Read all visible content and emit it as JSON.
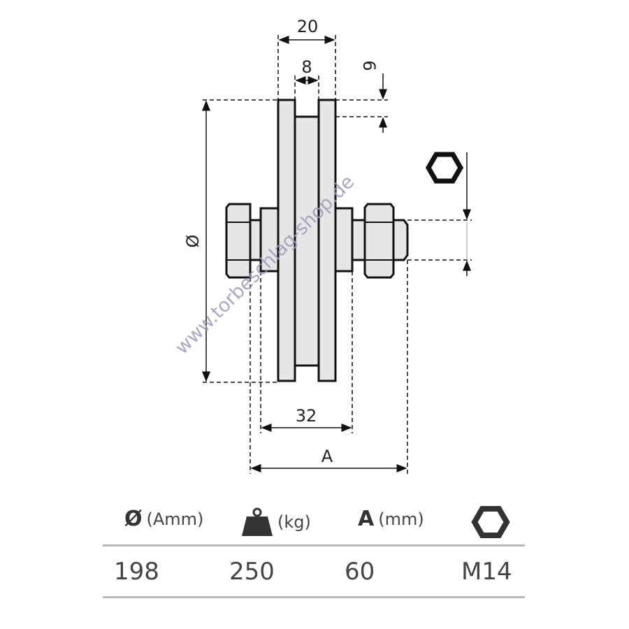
{
  "diagram": {
    "dim_width_total": "20",
    "dim_groove": "8",
    "dim_groove_depth": "6",
    "dim_diameter": "Ø",
    "dim_hub": "32",
    "dim_axle": "A",
    "watermark": "www.torbeschlag-shop.de"
  },
  "table": {
    "headers": [
      {
        "symbol": "Ø",
        "unit": "(Amm)",
        "icon": "diameter-icon"
      },
      {
        "symbol": "",
        "unit": "(kg)",
        "icon": "weight-icon"
      },
      {
        "symbol": "A",
        "unit": "(mm)",
        "icon": "axle-length-icon"
      },
      {
        "symbol": "",
        "unit": "",
        "icon": "hex-nut-icon"
      }
    ],
    "values": [
      "198",
      "250",
      "60",
      "M14"
    ]
  },
  "colors": {
    "fill": "#e6e6e6",
    "stroke": "#111111",
    "watermark": "#9a9ab8"
  }
}
